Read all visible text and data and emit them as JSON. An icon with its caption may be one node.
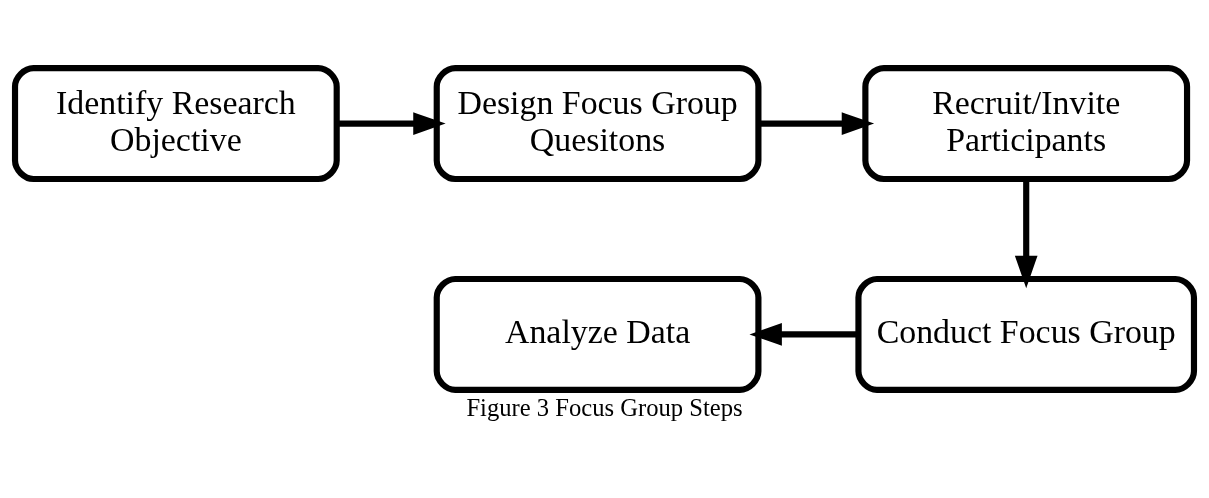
{
  "diagram": {
    "caption": "Figure 3 Focus Group Steps",
    "nodes": [
      {
        "text": [
          "Identify Research Objective"
        ]
      },
      {
        "text": [
          "Design Focus Group Quesitons"
        ]
      },
      {
        "text": [
          "Recruit/Invite Participants"
        ]
      },
      {
        "text": [
          "Conduct Focus Group"
        ]
      },
      {
        "text": [
          "Analyze Data"
        ]
      }
    ],
    "edges": [
      {
        "from": 0,
        "to": 1,
        "arrow": "to"
      },
      {
        "from": 1,
        "to": 2,
        "arrow": "to"
      },
      {
        "from": 2,
        "to": 3,
        "arrow": "to"
      },
      {
        "from": 3,
        "to": 4,
        "arrow": "to"
      }
    ]
  }
}
